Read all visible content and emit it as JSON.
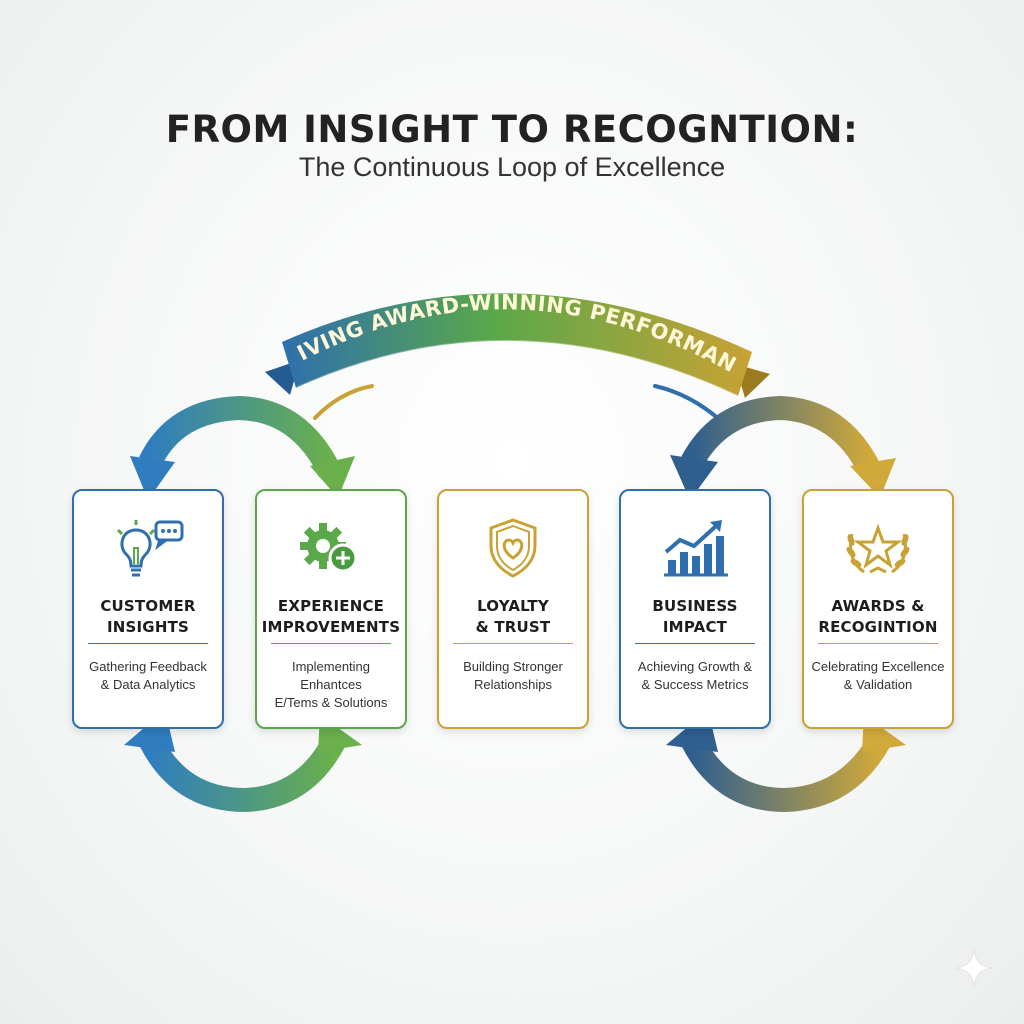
{
  "title": "FROM INSIGHT TO RECOGNTION:",
  "subtitle": "The Continuous Loop of Excellence",
  "banner": "DRIVING AWARD-WINNING PERFORMANCE",
  "colors": {
    "blue": "#2f6fae",
    "green": "#5aa84a",
    "gold": "#c8a234",
    "slate": "#3a5e86"
  },
  "cards": [
    {
      "heading1": "CUSTOMER",
      "heading2": "INSIGHTS",
      "desc1": "Gathering Feedback",
      "desc2": "& Data Analytics",
      "icon": "lightbulb-chat-icon"
    },
    {
      "heading1": "EXPERIENCE",
      "heading2": "IMPROVEMENTS",
      "desc1": "Implementing Enhantces",
      "desc2": "E/Tems & Solutions",
      "icon": "gear-plus-icon"
    },
    {
      "heading1": "LOYALTY",
      "heading2": "& TRUST",
      "desc1": "Building Stronger",
      "desc2": "Relationships",
      "icon": "shield-heart-icon"
    },
    {
      "heading1": "BUSINESS",
      "heading2": "IMPACT",
      "desc1": "Achieving Growth &",
      "desc2": "& Success Metrics",
      "icon": "growth-chart-icon"
    },
    {
      "heading1": "AWARDS &",
      "heading2": "RECOGINTION",
      "desc1": "Celebrating Excellence",
      "desc2": "& Validation",
      "icon": "laurel-star-icon"
    }
  ]
}
